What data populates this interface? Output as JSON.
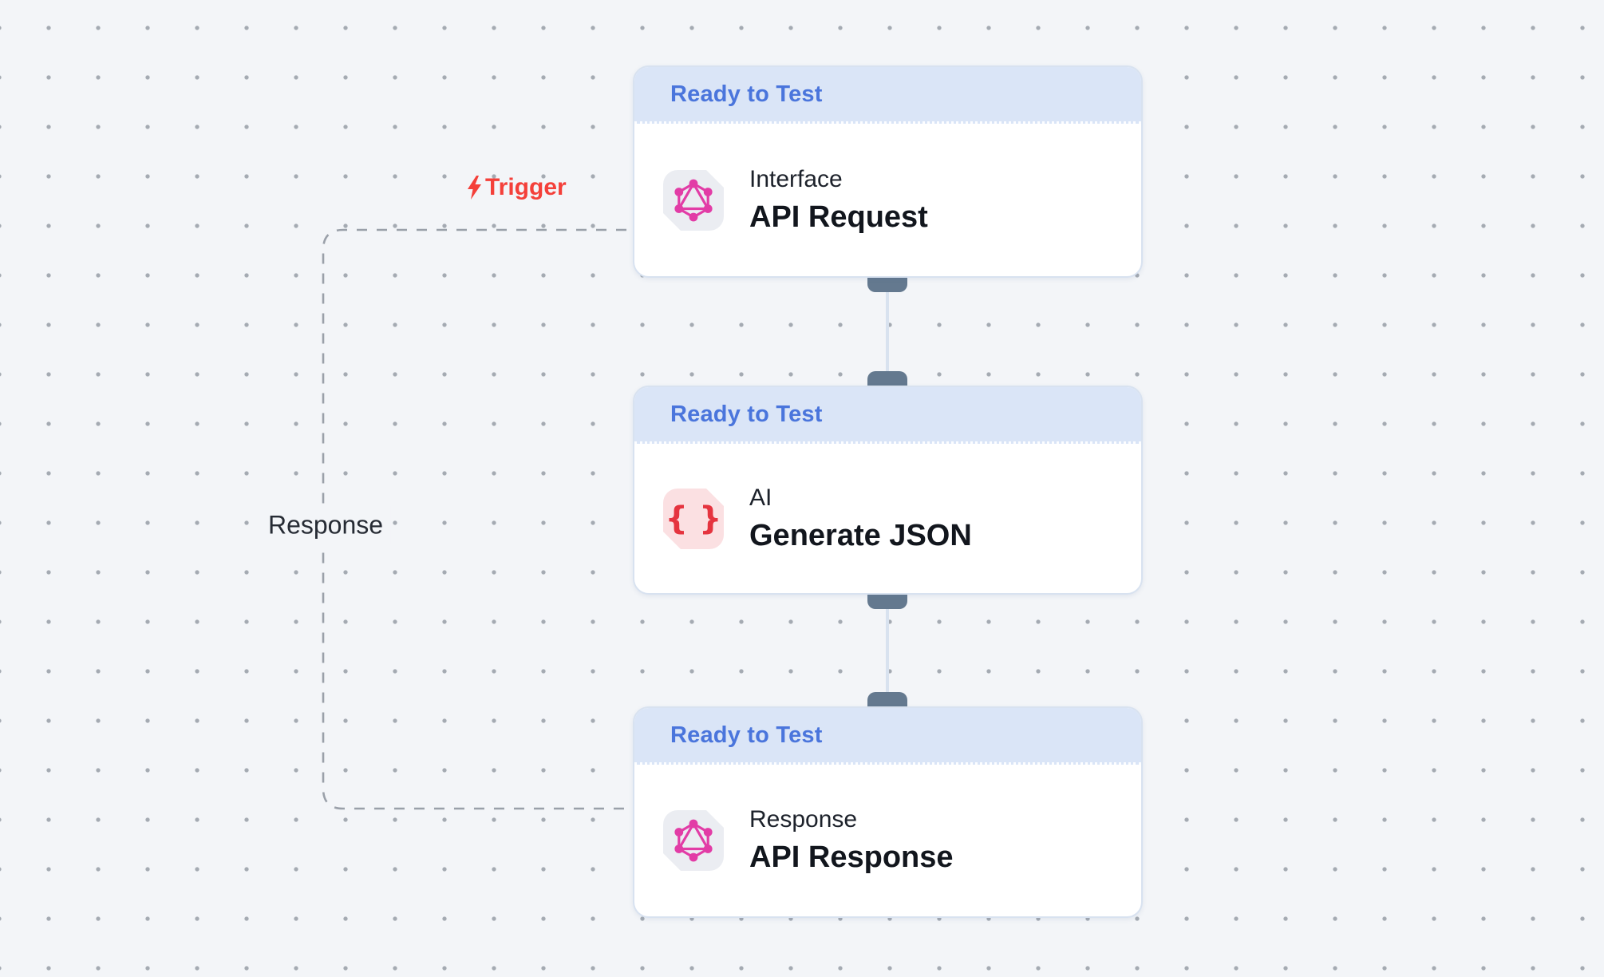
{
  "canvas": {
    "background": "#f3f5f8",
    "grid_dot_color": "#a4aab2"
  },
  "edges": {
    "trigger_label": "Trigger",
    "trigger_color": "#f4403a",
    "response_label": "Response",
    "dash_color": "#9aa0a9"
  },
  "theme": {
    "status_text_color": "#4a75dc",
    "status_bg_color": "#dae5f7",
    "card_border_color": "#d8e2f0",
    "handle_color": "#64798f",
    "connector_color": "#d8e2ef",
    "graphql_pink": "#e23ca6",
    "json_red": "#e5343f",
    "graphql_tile_bg": "#ebedf2",
    "json_tile_bg": "#fbe0e2"
  },
  "nodes": [
    {
      "status": "Ready to Test",
      "type_label": "Interface",
      "title": "API Request",
      "icon": "graphql-icon"
    },
    {
      "status": "Ready to Test",
      "type_label": "AI",
      "title": "Generate JSON",
      "icon": "json-braces-icon",
      "icon_glyph": "{ }"
    },
    {
      "status": "Ready to Test",
      "type_label": "Response",
      "title": "API Response",
      "icon": "graphql-icon"
    }
  ]
}
